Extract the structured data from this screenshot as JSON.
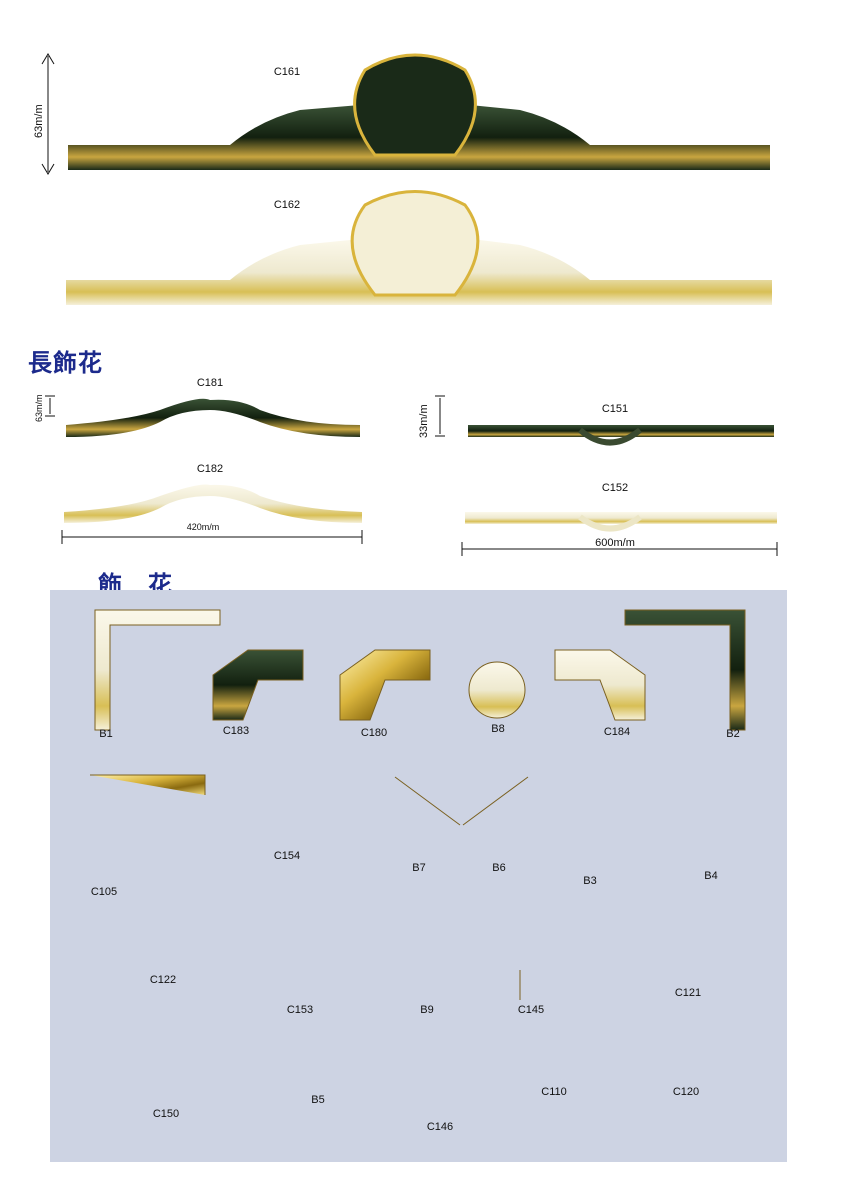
{
  "top_moldings": {
    "c161": "C161",
    "c162": "C162",
    "height_dim": "63m/m"
  },
  "long_ornaments": {
    "heading": "長飾花",
    "c181": "C181",
    "c182": "C182",
    "c181_height": "63m/m",
    "c181_width": "420m/m",
    "c151": "C151",
    "c152": "C152",
    "c151_height": "33m/m",
    "c151_width": "600m/m"
  },
  "ornaments": {
    "heading": "飾　花",
    "items": [
      "B1",
      "C183",
      "C180",
      "B8",
      "C184",
      "B2",
      "C105",
      "C154",
      "B7",
      "B6",
      "B3",
      "B4",
      "C122",
      "C153",
      "B9",
      "C145",
      "C121",
      "C150",
      "B5",
      "C146",
      "C110",
      "C120"
    ]
  },
  "colors": {
    "panel": "#cdd3e3",
    "heading": "#1c2a8c",
    "dark_finish": "#1e3020",
    "gold": "#d9b43c",
    "ivory": "#f4efd6"
  }
}
